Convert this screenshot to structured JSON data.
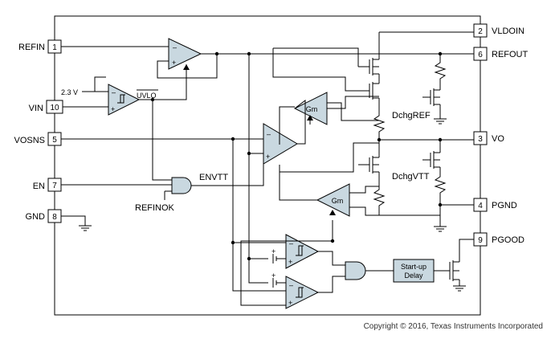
{
  "pins": {
    "refin": {
      "name": "REFIN",
      "num": "1"
    },
    "vin": {
      "name": "VIN",
      "num": "10"
    },
    "vosns": {
      "name": "VOSNS",
      "num": "5"
    },
    "en": {
      "name": "EN",
      "num": "7"
    },
    "gnd": {
      "name": "GND",
      "num": "8"
    },
    "vldoin": {
      "name": "VLDOIN",
      "num": "2"
    },
    "refout": {
      "name": "REFOUT",
      "num": "6"
    },
    "vo": {
      "name": "VO",
      "num": "3"
    },
    "pgnd": {
      "name": "PGND",
      "num": "4"
    },
    "pgood": {
      "name": "PGOOD",
      "num": "9"
    }
  },
  "labels": {
    "v23": "2.3 V",
    "uvlo": "UVLO",
    "envtt": "ENVTT",
    "refinok": "REFINOK",
    "gm": "Gm",
    "dchgref": "DchgREF",
    "dchgvtt": "DchgVTT",
    "startup_line1": "Start-up",
    "startup_line2": "Delay",
    "plus": "+",
    "minus": "–"
  },
  "footer": {
    "copyright": "Copyright © 2016, Texas Instruments Incorporated"
  }
}
